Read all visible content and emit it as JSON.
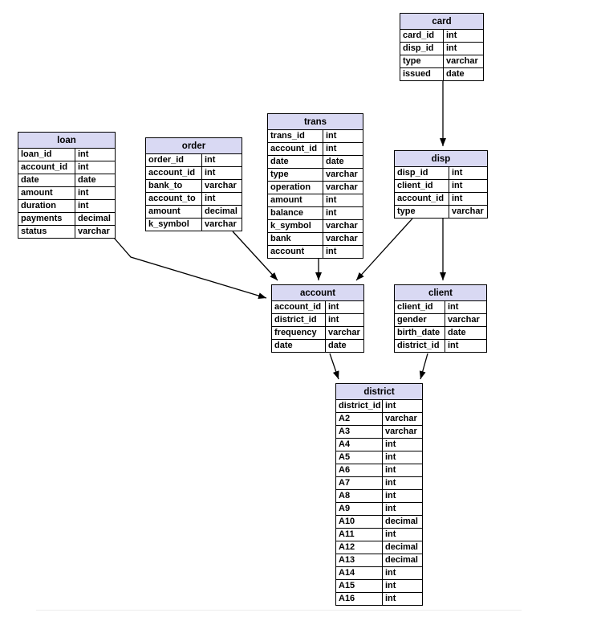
{
  "diagram": {
    "colors": {
      "header_fill": "#d9d9f3",
      "table_bg": "#ffffff",
      "border": "#000000",
      "arrow": "#000000",
      "canvas_bg": "#ffffff"
    },
    "tables": [
      {
        "name": "card",
        "fields": [
          {
            "name": "card_id",
            "type": "int"
          },
          {
            "name": "disp_id",
            "type": "int"
          },
          {
            "name": "type",
            "type": "varchar"
          },
          {
            "name": "issued",
            "type": "date"
          }
        ]
      },
      {
        "name": "loan",
        "fields": [
          {
            "name": "loan_id",
            "type": "int"
          },
          {
            "name": "account_id",
            "type": "int"
          },
          {
            "name": "date",
            "type": "date"
          },
          {
            "name": "amount",
            "type": "int"
          },
          {
            "name": "duration",
            "type": "int"
          },
          {
            "name": "payments",
            "type": "decimal"
          },
          {
            "name": "status",
            "type": "varchar"
          }
        ]
      },
      {
        "name": "order",
        "fields": [
          {
            "name": "order_id",
            "type": "int"
          },
          {
            "name": "account_id",
            "type": "int"
          },
          {
            "name": "bank_to",
            "type": "varchar"
          },
          {
            "name": "account_to",
            "type": "int"
          },
          {
            "name": "amount",
            "type": "decimal"
          },
          {
            "name": "k_symbol",
            "type": "varchar"
          }
        ]
      },
      {
        "name": "trans",
        "fields": [
          {
            "name": "trans_id",
            "type": "int"
          },
          {
            "name": "account_id",
            "type": "int"
          },
          {
            "name": "date",
            "type": "date"
          },
          {
            "name": "type",
            "type": "varchar"
          },
          {
            "name": "operation",
            "type": "varchar"
          },
          {
            "name": "amount",
            "type": "int"
          },
          {
            "name": "balance",
            "type": "int"
          },
          {
            "name": "k_symbol",
            "type": "varchar"
          },
          {
            "name": "bank",
            "type": "varchar"
          },
          {
            "name": "account",
            "type": "int"
          }
        ]
      },
      {
        "name": "disp",
        "fields": [
          {
            "name": "disp_id",
            "type": "int"
          },
          {
            "name": "client_id",
            "type": "int"
          },
          {
            "name": "account_id",
            "type": "int"
          },
          {
            "name": "type",
            "type": "varchar"
          }
        ]
      },
      {
        "name": "account",
        "fields": [
          {
            "name": "account_id",
            "type": "int"
          },
          {
            "name": "district_id",
            "type": "int"
          },
          {
            "name": "frequency",
            "type": "varchar"
          },
          {
            "name": "date",
            "type": "date"
          }
        ]
      },
      {
        "name": "client",
        "fields": [
          {
            "name": "client_id",
            "type": "int"
          },
          {
            "name": "gender",
            "type": "varchar"
          },
          {
            "name": "birth_date",
            "type": "date"
          },
          {
            "name": "district_id",
            "type": "int"
          }
        ]
      },
      {
        "name": "district",
        "fields": [
          {
            "name": "district_id",
            "type": "int"
          },
          {
            "name": "A2",
            "type": "varchar"
          },
          {
            "name": "A3",
            "type": "varchar"
          },
          {
            "name": "A4",
            "type": "int"
          },
          {
            "name": "A5",
            "type": "int"
          },
          {
            "name": "A6",
            "type": "int"
          },
          {
            "name": "A7",
            "type": "int"
          },
          {
            "name": "A8",
            "type": "int"
          },
          {
            "name": "A9",
            "type": "int"
          },
          {
            "name": "A10",
            "type": "decimal"
          },
          {
            "name": "A11",
            "type": "int"
          },
          {
            "name": "A12",
            "type": "decimal"
          },
          {
            "name": "A13",
            "type": "decimal"
          },
          {
            "name": "A14",
            "type": "int"
          },
          {
            "name": "A15",
            "type": "int"
          },
          {
            "name": "A16",
            "type": "int"
          }
        ]
      }
    ],
    "relationships": [
      {
        "from": "card",
        "to": "disp"
      },
      {
        "from": "trans",
        "to": "account"
      },
      {
        "from": "loan",
        "to": "account"
      },
      {
        "from": "order",
        "to": "account"
      },
      {
        "from": "disp",
        "to": "account"
      },
      {
        "from": "disp",
        "to": "client"
      },
      {
        "from": "account",
        "to": "district"
      },
      {
        "from": "client",
        "to": "district"
      }
    ]
  }
}
